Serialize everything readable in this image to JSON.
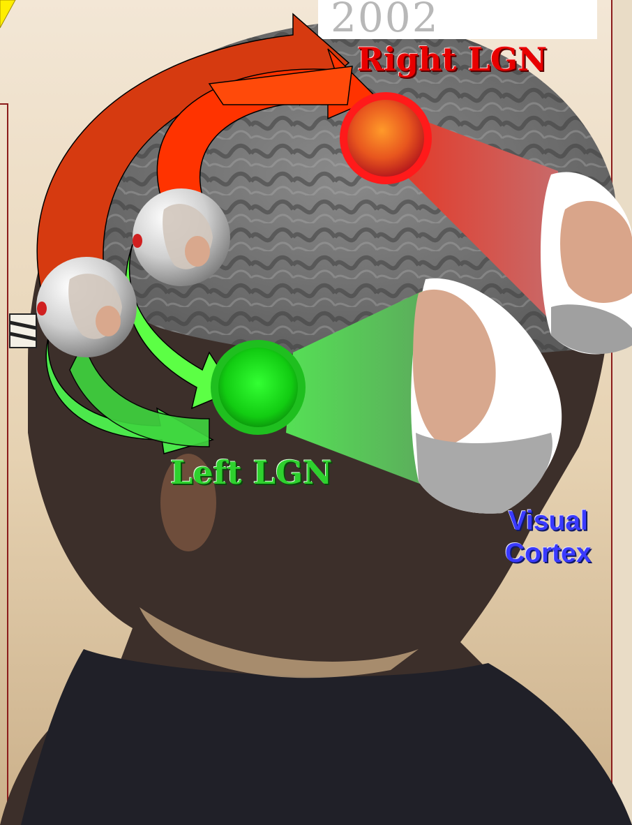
{
  "labels": {
    "right_lgn": "Right LGN",
    "left_lgn": "Left LGN",
    "visual_cortex_line1": "Visual",
    "visual_cortex_line2": "Cortex",
    "year": "2002"
  },
  "colors": {
    "right_pathway": "#ff3300",
    "left_pathway": "#44ee33",
    "visual_cortex_text": "#3a3aff",
    "frame": "#8b1b1b"
  }
}
